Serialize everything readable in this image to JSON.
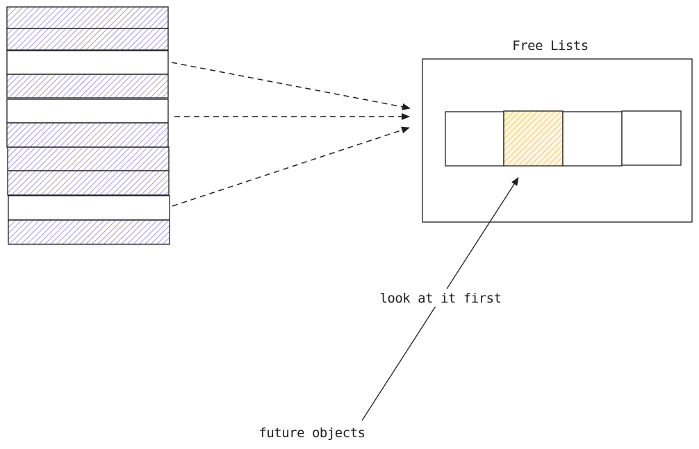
{
  "title": "Free Lists",
  "memory_blocks": [
    {
      "state": "used"
    },
    {
      "state": "used"
    },
    {
      "state": "free"
    },
    {
      "state": "used"
    },
    {
      "state": "free"
    },
    {
      "state": "used"
    },
    {
      "state": "used"
    },
    {
      "state": "used"
    },
    {
      "state": "free"
    },
    {
      "state": "used"
    }
  ],
  "free_list_slots": [
    {
      "state": "empty"
    },
    {
      "state": "highlighted"
    },
    {
      "state": "empty"
    },
    {
      "state": "empty"
    }
  ],
  "annotations": {
    "arrow_label": "look at it first",
    "source_label": "future objects"
  },
  "colors": {
    "used_hatch": "#7c6cd8",
    "highlight_hatch": "#f0b040",
    "highlight_fill": "#fff6e0",
    "stroke": "#1e1e1e"
  }
}
